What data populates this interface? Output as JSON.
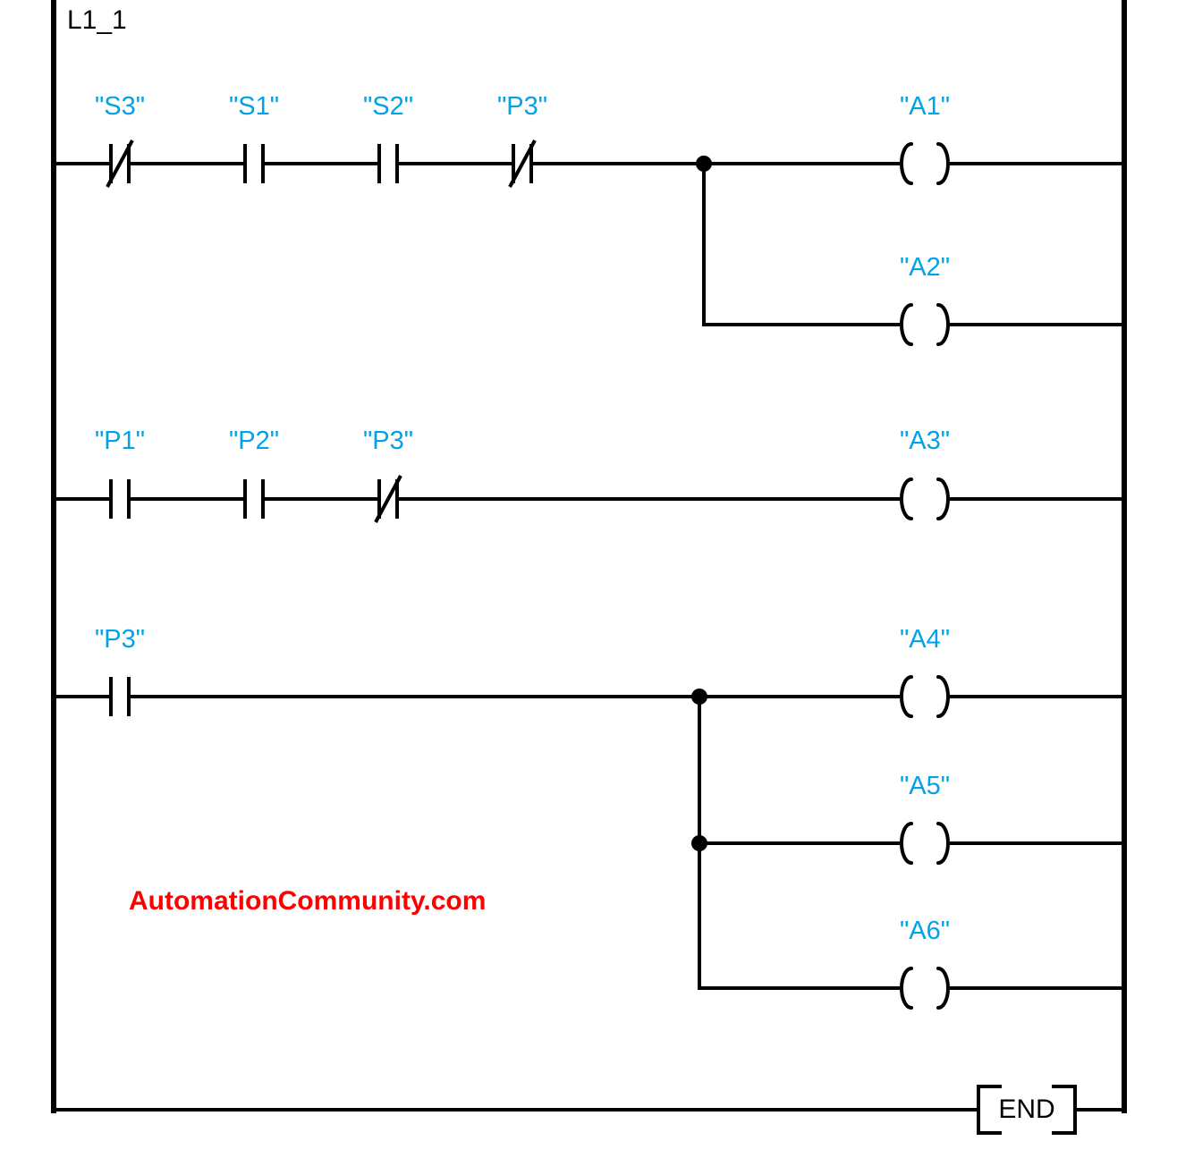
{
  "network": {
    "title": "L1_1"
  },
  "watermark": {
    "text": "AutomationCommunity.com",
    "color": "#FF0000"
  },
  "end_instruction": {
    "label": "END"
  },
  "colors": {
    "operand": "#00A2E8",
    "watermark": "#FF0000",
    "wire": "#000000",
    "background": "#FFFFFF"
  },
  "rungs": [
    {
      "name": "rung-1",
      "contacts": [
        {
          "label": "\"S3\"",
          "type": "normally-closed"
        },
        {
          "label": "\"S1\"",
          "type": "normally-open"
        },
        {
          "label": "\"S2\"",
          "type": "normally-open"
        },
        {
          "label": "\"P3\"",
          "type": "normally-closed"
        }
      ],
      "coils": [
        {
          "label": "\"A1\""
        },
        {
          "label": "\"A2\""
        }
      ]
    },
    {
      "name": "rung-2",
      "contacts": [
        {
          "label": "\"P1\"",
          "type": "normally-open"
        },
        {
          "label": "\"P2\"",
          "type": "normally-open"
        },
        {
          "label": "\"P3\"",
          "type": "normally-closed"
        }
      ],
      "coils": [
        {
          "label": "\"A3\""
        }
      ]
    },
    {
      "name": "rung-3",
      "contacts": [
        {
          "label": "\"P3\"",
          "type": "normally-open"
        }
      ],
      "coils": [
        {
          "label": "\"A4\""
        },
        {
          "label": "\"A5\""
        },
        {
          "label": "\"A6\""
        }
      ]
    }
  ]
}
